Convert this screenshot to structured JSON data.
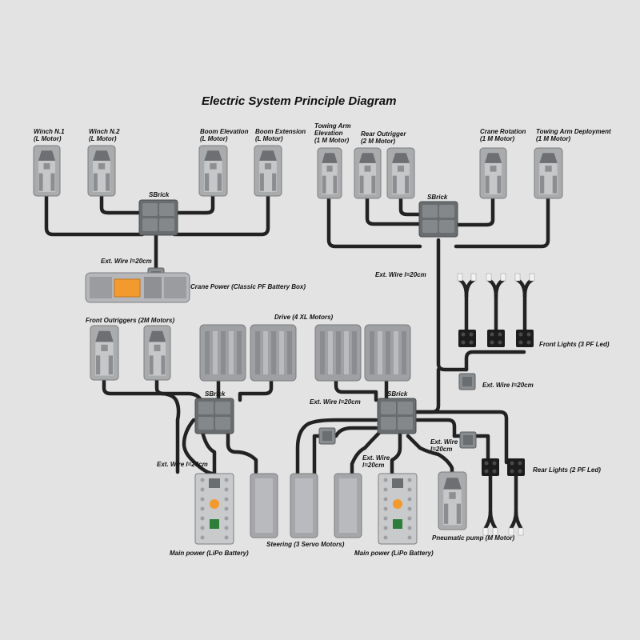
{
  "title": "Electric System Principle Diagram",
  "labels": {
    "winch1": [
      "Winch N.1",
      "(L Motor)"
    ],
    "winch2": [
      "Winch N.2",
      "(L Motor)"
    ],
    "boom_elev": [
      "Boom Elevation",
      "(L Motor)"
    ],
    "boom_ext": [
      "Boom Extension",
      "(L Motor)"
    ],
    "towing_elev": [
      "Towing Arm",
      "Elevation",
      "(1 M Motor)"
    ],
    "rear_outrigger": [
      "Rear  Outrigger",
      "(2 M Motor)"
    ],
    "crane_rot": [
      "Crane Rotation",
      "(1 M Motor)"
    ],
    "towing_deploy": [
      "Towing Arm Deployment",
      "(1 M Motor)"
    ],
    "sbrick": "SBrick",
    "ext_wire": "Ext. Wire l=20cm",
    "crane_power": "Crane Power (Classic PF Battery Box)",
    "front_outriggers": "Front Outriggers (2M Motors)",
    "drive": "Drive (4 XL Motors)",
    "front_lights": "Front Lights (3 PF Led)",
    "ext_wire_split": [
      "Ext. Wire",
      "l=20cm"
    ],
    "rear_lights": "Rear Lights (2 PF Led)",
    "main_power": "Main power (LiPo Battery)",
    "steering": "Steering (3 Servo Motors)",
    "pneumatic": "Pneumatic pump (M Motor)"
  },
  "colors": {
    "background": "#e3e3e3",
    "wire": "#222222",
    "motor": "#a9abad",
    "motor_dark": "#6d6f72",
    "sbrick": "#6a6d70",
    "orange": "#f29a2e",
    "green": "#2f7d3a"
  }
}
